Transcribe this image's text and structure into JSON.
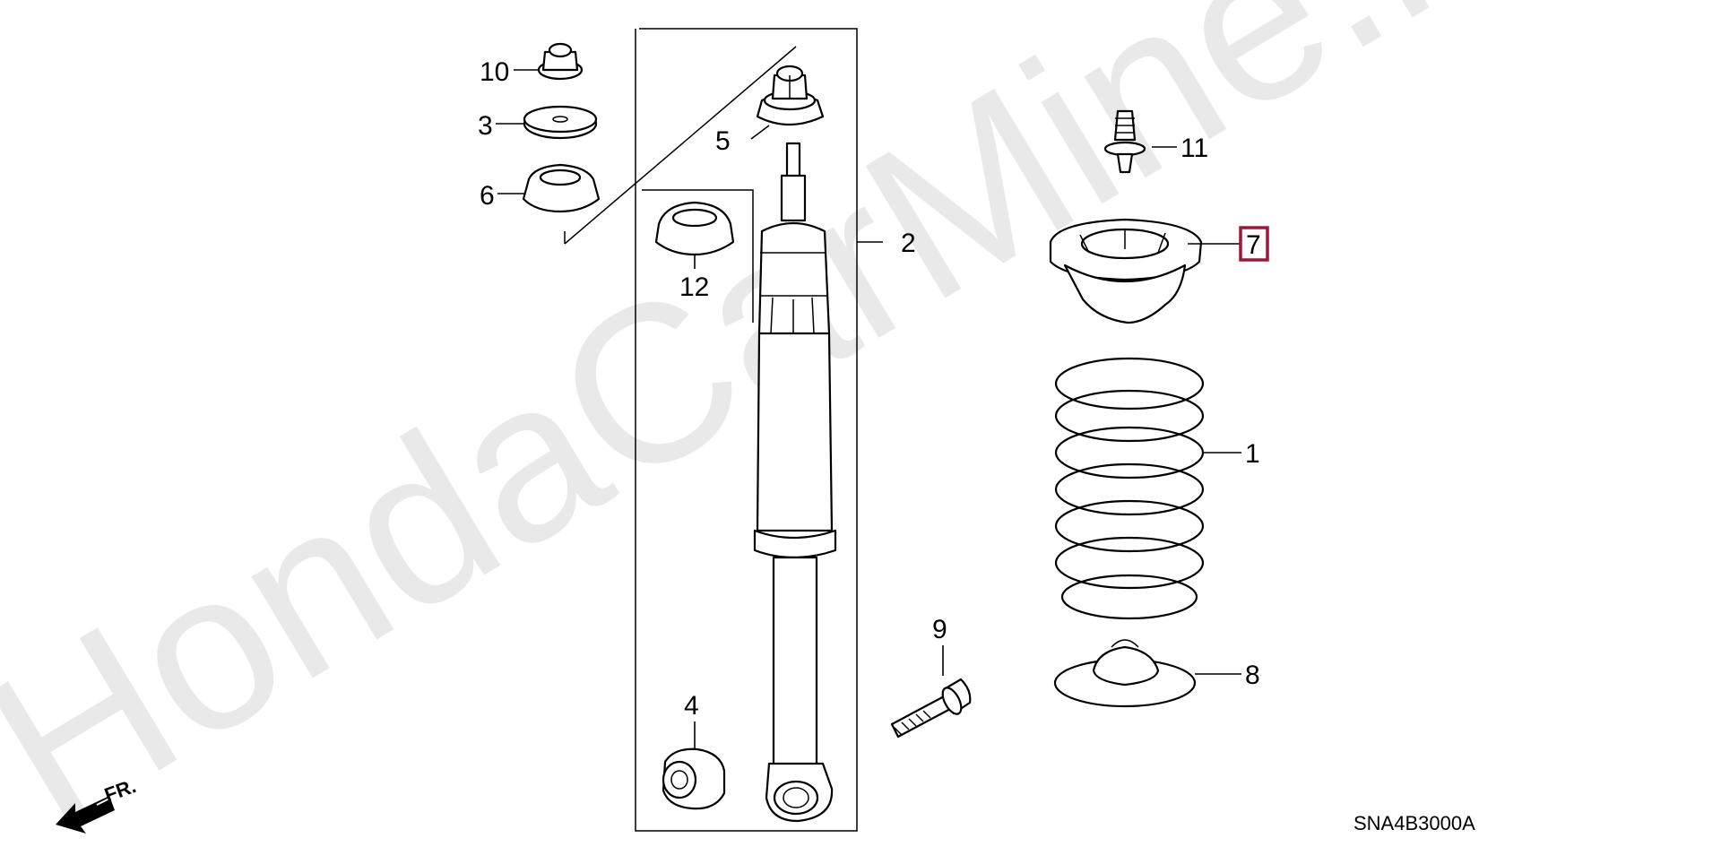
{
  "watermark": "HondaCarMine.ru",
  "diagram_code": "SNA4B3000A",
  "front_indicator": "FR.",
  "highlight_color": "#a0163a",
  "parts": {
    "p1": "1",
    "p2": "2",
    "p3": "3",
    "p4": "4",
    "p5": "5",
    "p6": "6",
    "p7": "7",
    "p8": "8",
    "p9": "9",
    "p10": "10",
    "p11": "11",
    "p12": "12"
  }
}
